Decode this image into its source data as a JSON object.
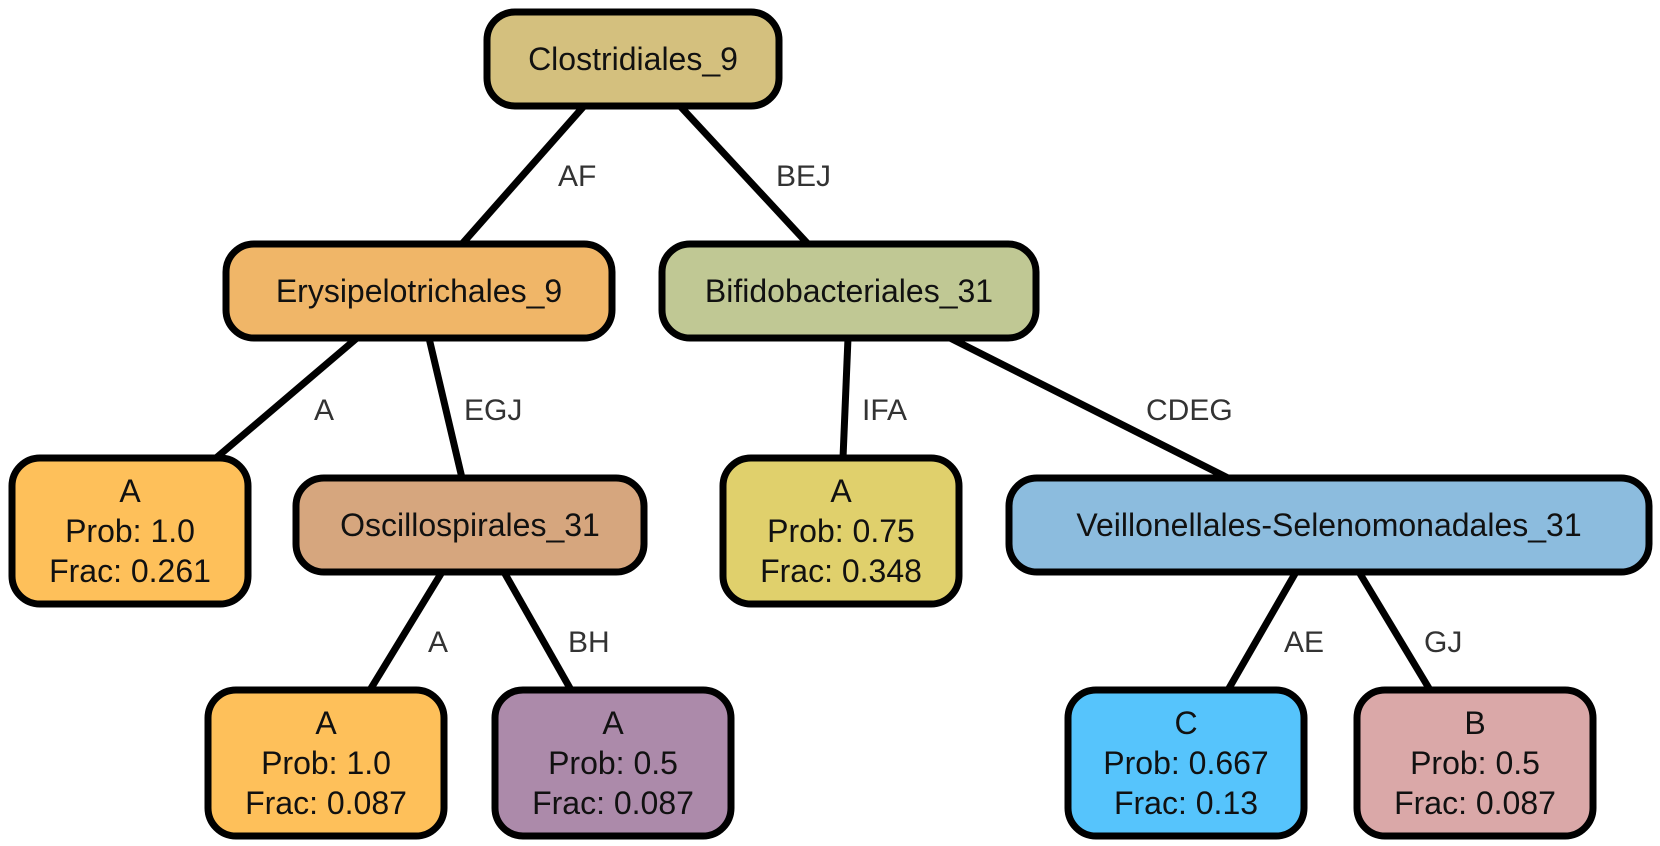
{
  "nodes": {
    "root": {
      "lines": [
        "Clostridiales_9"
      ],
      "color": "#d4c07e"
    },
    "ery": {
      "lines": [
        "Erysipelotrichales_9"
      ],
      "color": "#f0b668"
    },
    "bifido": {
      "lines": [
        "Bifidobacteriales_31"
      ],
      "color": "#c0c894"
    },
    "leafA1": {
      "lines": [
        "A",
        "Prob: 1.0",
        "Frac: 0.261"
      ],
      "color": "#fec05a"
    },
    "osc": {
      "lines": [
        "Oscillospirales_31"
      ],
      "color": "#d6a67e"
    },
    "leafA2": {
      "lines": [
        "A",
        "Prob: 0.75",
        "Frac: 0.348"
      ],
      "color": "#e0d06c"
    },
    "veil": {
      "lines": [
        "Veillonellales-Selenomonadales_31"
      ],
      "color": "#8cbcde"
    },
    "leafA3": {
      "lines": [
        "A",
        "Prob: 1.0",
        "Frac: 0.087"
      ],
      "color": "#fec05a"
    },
    "leafA4": {
      "lines": [
        "A",
        "Prob: 0.5",
        "Frac: 0.087"
      ],
      "color": "#ac8aaa"
    },
    "leafC": {
      "lines": [
        "C",
        "Prob: 0.667",
        "Frac: 0.13"
      ],
      "color": "#56c4fc"
    },
    "leafB": {
      "lines": [
        "B",
        "Prob: 0.5",
        "Frac: 0.087"
      ],
      "color": "#daa8a8"
    }
  },
  "edges": [
    {
      "from": "root",
      "to": "ery",
      "label": "AF"
    },
    {
      "from": "root",
      "to": "bifido",
      "label": "BEJ"
    },
    {
      "from": "ery",
      "to": "leafA1",
      "label": "A"
    },
    {
      "from": "ery",
      "to": "osc",
      "label": "EGJ"
    },
    {
      "from": "bifido",
      "to": "leafA2",
      "label": "IFA"
    },
    {
      "from": "bifido",
      "to": "veil",
      "label": "CDEG"
    },
    {
      "from": "osc",
      "to": "leafA3",
      "label": "A"
    },
    {
      "from": "osc",
      "to": "leafA4",
      "label": "BH"
    },
    {
      "from": "veil",
      "to": "leafC",
      "label": "AE"
    },
    {
      "from": "veil",
      "to": "leafB",
      "label": "GJ"
    }
  ]
}
